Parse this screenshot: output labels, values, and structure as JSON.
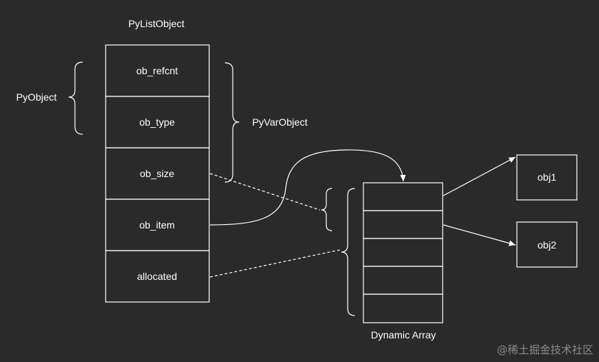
{
  "colors": {
    "background": "#2a2a2a",
    "stroke": "#ffffff",
    "text": "#ffffff",
    "watermark": "#8a8a8a"
  },
  "labels": {
    "pylist_title": "PyListObject",
    "pyobject": "PyObject",
    "pyvarobject": "PyVarObject",
    "dynamic_array": "Dynamic Array"
  },
  "fields": {
    "ob_refcnt": "ob_refcnt",
    "ob_type": "ob_type",
    "ob_size": "ob_size",
    "ob_item": "ob_item",
    "allocated": "allocated"
  },
  "objects": {
    "obj1": "obj1",
    "obj2": "obj2"
  },
  "watermark": "@稀土掘金技术社区"
}
